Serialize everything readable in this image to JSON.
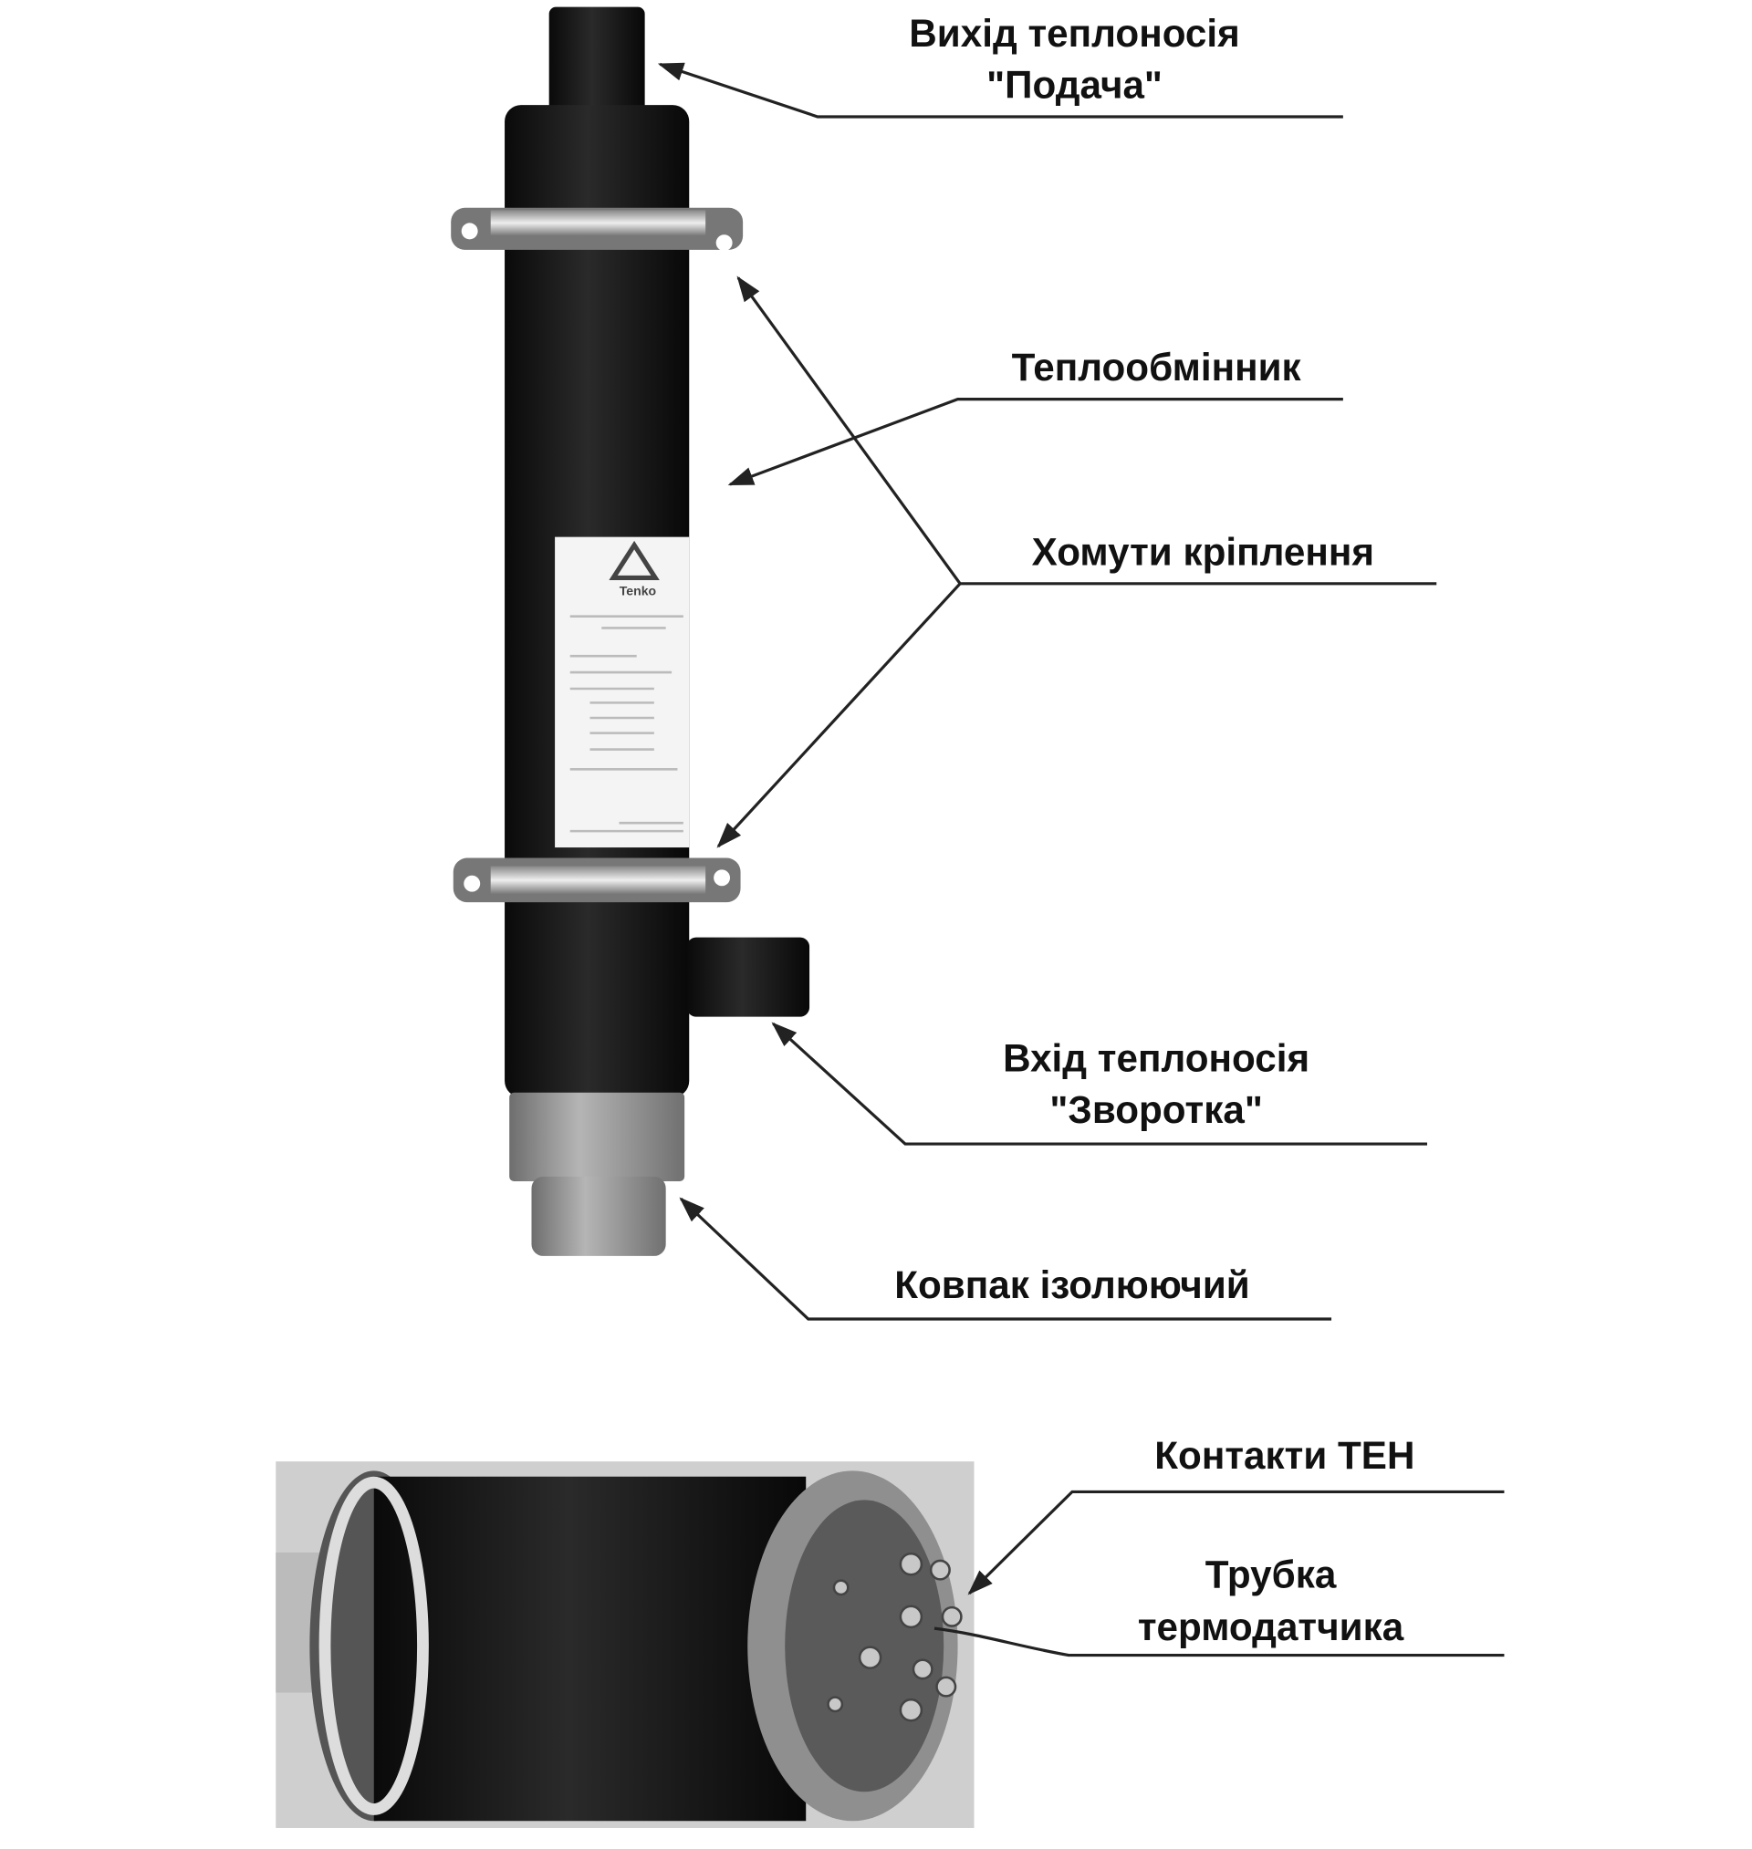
{
  "labels": {
    "outlet_line1": "Вихід теплоносія",
    "outlet_line2": "\"Подача\"",
    "heat_exchanger": "Теплообмінник",
    "clamps": "Хомути кріплення",
    "inlet_line1": "Вхід теплоносія",
    "inlet_line2": "\"Зворотка\"",
    "cap": "Ковпак ізолюючий",
    "contacts": "Контакти ТЕН",
    "sensor_line1": "Трубка",
    "sensor_line2": "термодатчика"
  },
  "product_label": {
    "brand": "Tenko"
  },
  "colors": {
    "body": "#151515",
    "cap": "#8a8a8a",
    "background": "#ffffff",
    "photo_bg": "#cfcfcf"
  }
}
